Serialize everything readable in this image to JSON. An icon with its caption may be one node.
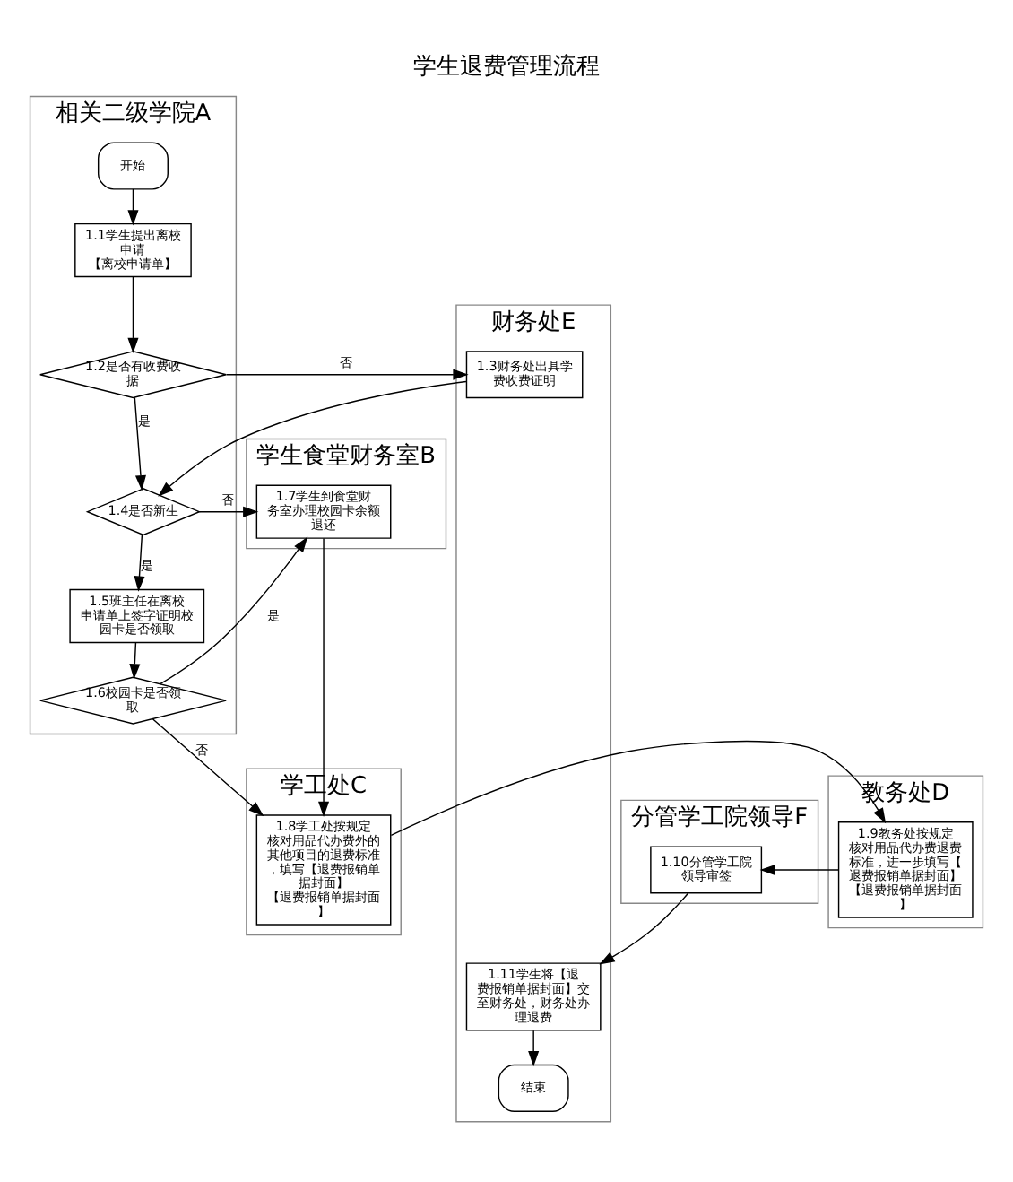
{
  "diagram": {
    "title": "学生退费管理流程",
    "nodes": [
      {
        "text": [
          "相关二级学院A"
        ]
      },
      {
        "text": [
          "学生食堂财务室B"
        ]
      },
      {
        "text": [
          "学工处C"
        ]
      },
      {
        "text": [
          "教务处D"
        ]
      },
      {
        "text": [
          "财务处E"
        ]
      },
      {
        "text": [
          "分管学工院领导F"
        ]
      },
      {
        "text": [
          "开始"
        ],
        "in": 0
      },
      {
        "text": [
          "1.1学生提出离校申请",
          "【离校申请单】"
        ],
        "in": 0
      },
      {
        "text": [
          "1.2是否有收费收据"
        ],
        "in": 0
      },
      {
        "text": [
          "1.3财务处出具学费收费证明"
        ],
        "in": 4
      },
      {
        "text": [
          "1.4是否新生"
        ],
        "in": 0
      },
      {
        "text": [
          "1.5班主任在离校申请单上签字证明校园卡是否领取"
        ],
        "in": 0
      },
      {
        "text": [
          "1.6校园卡是否领取"
        ],
        "in": 0
      },
      {
        "text": [
          "1.7学生到食堂财务室办理校园卡余额退还"
        ],
        "in": 1
      },
      {
        "text": [
          "1.8学工处按规定核对用品代办费外的其他项目的退费标准，填写【退费报销单据封面】",
          "【退费报销单据封面】"
        ],
        "in": 2
      },
      {
        "text": [
          "1.9教务处按规定核对用品代办费退费标准，进一步填写【退费报销单据封面】",
          "【退费报销单据封面】"
        ],
        "in": 3
      },
      {
        "text": [
          "1.10分管学工院领导审签"
        ],
        "in": 5
      },
      {
        "text": [
          "1.11学生将【退费报销单据封面】交至财务处，财务处办理退费"
        ],
        "in": 4
      },
      {
        "text": [
          "结束"
        ],
        "in": 4
      }
    ],
    "edges": [
      {
        "from": 6,
        "to": 7,
        "arrow": "to"
      },
      {
        "from": 7,
        "to": 8,
        "arrow": "to"
      },
      {
        "from": 8,
        "to": 9,
        "arrow": "to",
        "label": "否"
      },
      {
        "from": 8,
        "to": 10,
        "arrow": "to",
        "label": "是"
      },
      {
        "from": 9,
        "to": 10,
        "arrow": "to"
      },
      {
        "from": 10,
        "to": 13,
        "arrow": "to",
        "label": "否"
      },
      {
        "from": 10,
        "to": 11,
        "arrow": "to",
        "label": "是"
      },
      {
        "from": 11,
        "to": 12,
        "arrow": "to"
      },
      {
        "from": 12,
        "to": 13,
        "arrow": "to",
        "label": "是"
      },
      {
        "from": 12,
        "to": 14,
        "arrow": "to",
        "label": "否"
      },
      {
        "from": 13,
        "to": 14,
        "arrow": "to"
      },
      {
        "from": 14,
        "to": 15,
        "arrow": "to"
      },
      {
        "from": 15,
        "to": 16,
        "arrow": "to"
      },
      {
        "from": 16,
        "to": 17,
        "arrow": "to"
      },
      {
        "from": 17,
        "to": 18,
        "arrow": "to"
      }
    ]
  }
}
